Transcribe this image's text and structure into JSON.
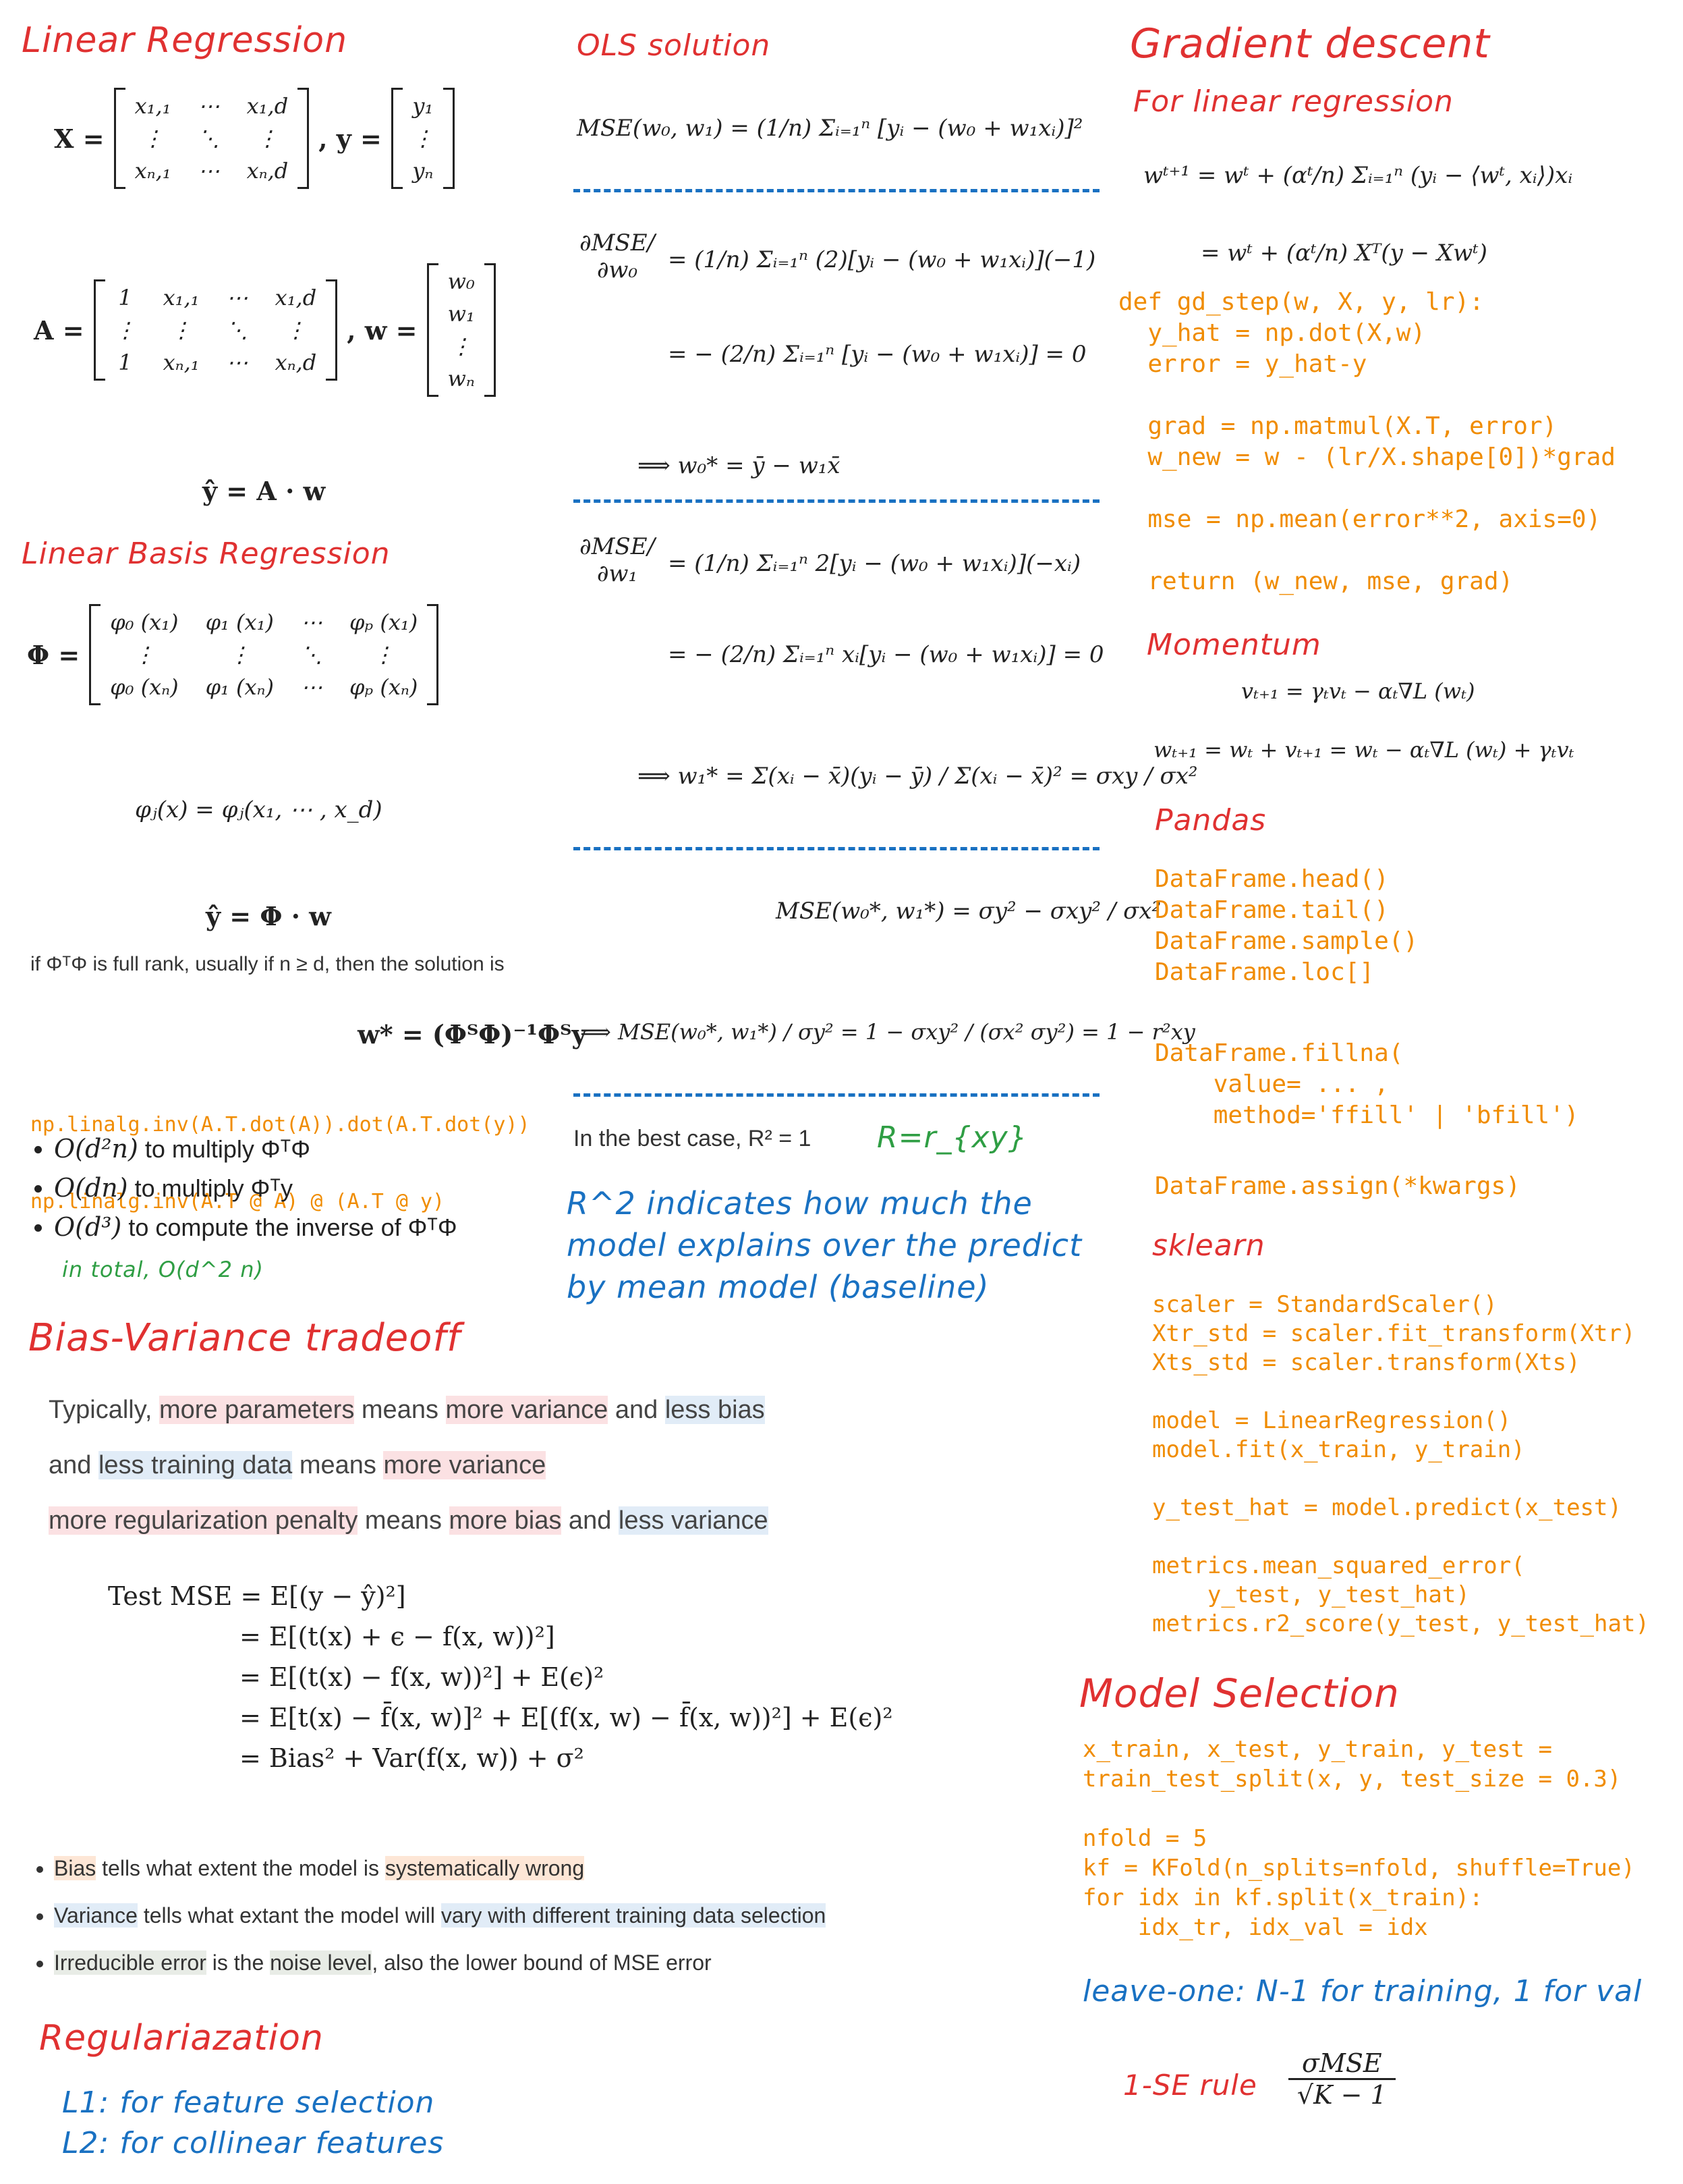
{
  "linear_regression": {
    "title": "Linear Regression",
    "X_label": "X =",
    "X_matrix": [
      "x₁,₁",
      "⋯",
      "x₁,d",
      "⋮",
      "⋱",
      "⋮",
      "xₙ,₁",
      "⋯",
      "xₙ,d"
    ],
    "y_label": ", y =",
    "y_vector": [
      "y₁",
      "⋮",
      "yₙ"
    ],
    "A_label": "A =",
    "A_matrix": [
      "1",
      "x₁,₁",
      "⋯",
      "x₁,d",
      "⋮",
      "⋮",
      "⋱",
      "⋮",
      "1",
      "xₙ,₁",
      "⋯",
      "xₙ,d"
    ],
    "w_label": ", w =",
    "w_vector": [
      "w₀",
      "w₁",
      "⋮",
      "wₙ"
    ],
    "yhat": "ŷ = A · w"
  },
  "linear_basis": {
    "title": "Linear Basis Regression",
    "Phi_label": "Φ =",
    "Phi_matrix": [
      "φ₀ (x₁)",
      "φ₁ (x₁)",
      "⋯",
      "φₚ (x₁)",
      "⋮",
      "⋮",
      "⋱",
      "⋮",
      "φ₀ (xₙ)",
      "φ₁ (xₙ)",
      "⋯",
      "φₚ (xₙ)"
    ],
    "phi_j": "φⱼ(x) = φⱼ(x₁, ⋯ , x_d)",
    "yhat": "ŷ = Φ · w",
    "condition": "if ΦᵀΦ is full rank, usually if n ≥ d, then the solution is",
    "wstar": "w* = (ΦᵀΦ)⁻¹Φᵀy",
    "code": [
      "np.linalg.inv(A.T.dot(A)).dot(A.T.dot(y))",
      "np.linalg.inv(A.T @ A) @ (A.T @ y)"
    ],
    "bullets": [
      {
        "math": "O(d²n)",
        "text": " to multiply ΦᵀΦ"
      },
      {
        "math": "O(dn)",
        "text": " to multiply Φᵀy"
      },
      {
        "math": "O(d³)",
        "text": " to compute the inverse of ΦᵀΦ"
      }
    ],
    "total": "in total, O(d^2 n)"
  },
  "ols": {
    "title": "OLS solution",
    "mse_def": "MSE(w₀, w₁) = (1/n) Σᵢ₌₁ⁿ [yᵢ − (w₀ + w₁xᵢ)]²",
    "d_w0_lhs": "∂MSE/∂w₀",
    "d_w0_1": "= (1/n) Σᵢ₌₁ⁿ (2)[yᵢ − (w₀ + w₁xᵢ)](−1)",
    "d_w0_2": "= − (2/n) Σᵢ₌₁ⁿ [yᵢ − (w₀ + w₁xᵢ)] = 0",
    "w0star": "⟹ w₀* = ȳ − w₁x̄",
    "d_w1_lhs": "∂MSE/∂w₁",
    "d_w1_1": "= (1/n) Σᵢ₌₁ⁿ 2[yᵢ − (w₀ + w₁xᵢ)](−xᵢ)",
    "d_w1_2": "= − (2/n) Σᵢ₌₁ⁿ xᵢ[yᵢ − (w₀ + w₁xᵢ)] = 0",
    "w1star": "⟹ w₁* = Σ(xᵢ − x̄)(yᵢ − ȳ) / Σ(xᵢ − x̄)² = σxy / σx²",
    "mse_star": "MSE(w₀*, w₁*) = σy² − σxy² / σx²",
    "ratio": "⟹ MSE(w₀*, w₁*) / σy² = 1 − σxy² / (σx² σy²) = 1 − r²xy",
    "best_case": "In the best case, R² = 1",
    "r_note": "R=r_{xy}",
    "r2_note": "R^2 indicates how much the model explains over the predict by mean model (baseline)"
  },
  "gradient": {
    "title": "Gradient descent",
    "subtitle": "For linear regression",
    "update1": "wᵗ⁺¹ = wᵗ + (αᵗ/n) Σᵢ₌₁ⁿ (yᵢ − ⟨wᵗ, xᵢ⟩)xᵢ",
    "update2": "= wᵗ + (αᵗ/n) Xᵀ(y − Xwᵗ)",
    "code": "def gd_step(w, X, y, lr):\n  y_hat = np.dot(X,w)\n  error = y_hat-y\n\n  grad = np.matmul(X.T, error)\n  w_new = w - (lr/X.shape[0])*grad\n\n  mse = np.mean(error**2, axis=0)\n\n  return (w_new, mse, grad)"
  },
  "momentum": {
    "title": "Momentum",
    "eq1": "vₜ₊₁ = γₜvₜ − αₜ∇L (wₜ)",
    "eq2": "wₜ₊₁ = wₜ + vₜ₊₁ = wₜ − αₜ∇L (wₜ) + γₜvₜ"
  },
  "pandas": {
    "title": "Pandas",
    "code1": "DataFrame.head()\nDataFrame.tail()\nDataFrame.sample()\nDataFrame.loc[]",
    "code2": "DataFrame.fillna(\n    value= ... ,\n    method='ffill' | 'bfill')",
    "code3": "DataFrame.assign(*kwargs)"
  },
  "sklearn": {
    "title": "sklearn",
    "code": "scaler = StandardScaler()\nXtr_std = scaler.fit_transform(Xtr)\nXts_std = scaler.transform(Xts)\n\nmodel = LinearRegression()\nmodel.fit(x_train, y_train)\n\ny_test_hat = model.predict(x_test)\n\nmetrics.mean_squared_error(\n    y_test, y_test_hat)\nmetrics.r2_score(y_test, y_test_hat)"
  },
  "model_selection": {
    "title": "Model Selection",
    "code": "x_train, x_test, y_train, y_test =\ntrain_test_split(x, y, test_size = 0.3)\n\nnfold = 5\nkf = KFold(n_splits=nfold, shuffle=True)\nfor idx in kf.split(x_train):\n    idx_tr, idx_val = idx",
    "leave_one": "leave-one: N-1 for training, 1 for val",
    "se_rule": "1-SE rule",
    "se_num": "σMSE",
    "se_den": "√K − 1"
  },
  "bias_variance": {
    "title": "Bias-Variance tradeoff",
    "line1": [
      {
        "t": "Typically, ",
        "h": ""
      },
      {
        "t": "more parameters",
        "h": "red"
      },
      {
        "t": " means ",
        "h": ""
      },
      {
        "t": "more variance",
        "h": "red"
      },
      {
        "t": " and ",
        "h": ""
      },
      {
        "t": "less bias",
        "h": "blue"
      }
    ],
    "line2": [
      {
        "t": "and ",
        "h": ""
      },
      {
        "t": "less training data",
        "h": "blue"
      },
      {
        "t": " means ",
        "h": ""
      },
      {
        "t": "more variance",
        "h": "red"
      }
    ],
    "line3": [
      {
        "t": "more regularization penalty",
        "h": "red"
      },
      {
        "t": " means ",
        "h": ""
      },
      {
        "t": "more bias",
        "h": "red"
      },
      {
        "t": " and ",
        "h": ""
      },
      {
        "t": "less variance",
        "h": "blue"
      }
    ],
    "eq": [
      "Test MSE = E[(y − ŷ)²]",
      "= E[(t(x) + ϵ − f(x, w))²]",
      "= E[(t(x) − f(x, w))²] + E(ϵ)²",
      "= E[t(x) − f̄(x, w)]² + E[(f(x, w) − f̄(x, w))²] + E(ϵ)²",
      "= Bias² + Var(f(x, w)) + σ²"
    ],
    "bullets": [
      [
        {
          "t": "Bias",
          "h": "org"
        },
        {
          "t": " tells what extent the model is ",
          "h": ""
        },
        {
          "t": "systematically wrong",
          "h": "org"
        }
      ],
      [
        {
          "t": "Variance",
          "h": "blue"
        },
        {
          "t": " tells what extant the model will ",
          "h": ""
        },
        {
          "t": "vary with different training data selection",
          "h": "blue"
        }
      ],
      [
        {
          "t": "Irreducible error",
          "h": "gray"
        },
        {
          "t": " is the ",
          "h": ""
        },
        {
          "t": "noise level",
          "h": "gray"
        },
        {
          "t": ", also the lower bound of MSE error",
          "h": ""
        }
      ]
    ]
  },
  "regularization": {
    "title": "Regulariazation",
    "l1": "L1: for feature selection",
    "l2": "L2: for collinear features"
  }
}
